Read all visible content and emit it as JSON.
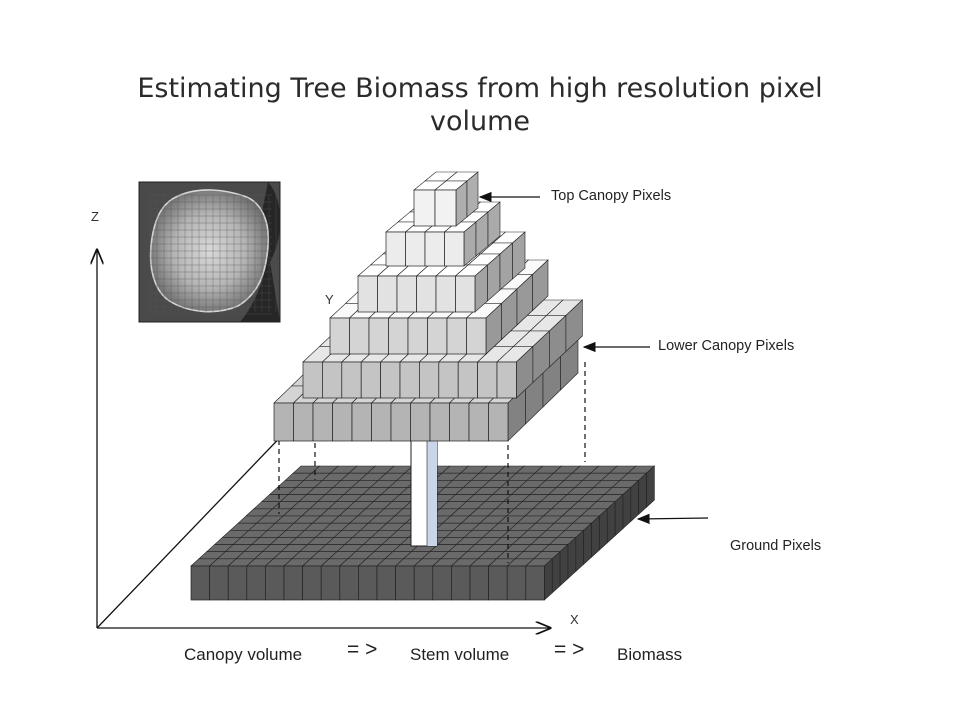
{
  "title": "Estimating Tree Biomass from high resolution pixel volume",
  "labels": {
    "top_canopy": "Top Canopy Pixels",
    "lower_canopy": "Lower Canopy Pixels",
    "ground": "Ground Pixels"
  },
  "axes": {
    "x": "X",
    "y": "Y",
    "z": "Z"
  },
  "formula": {
    "canopy": "Canopy volume",
    "arrow1": "= >",
    "stem": "Stem volume",
    "arrow2": "= >",
    "biomass": "Biomass"
  },
  "colors": {
    "ground_face": "#5a5a5a",
    "canopy_face": "#c4c4c4",
    "top_face": "#f2f2f2",
    "stem": "#c9d6ea"
  }
}
